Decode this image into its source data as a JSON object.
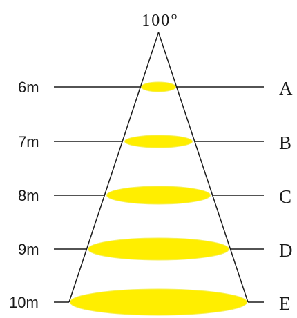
{
  "angle_label": "100°",
  "levels": [
    {
      "distance": "6m",
      "letter": "A"
    },
    {
      "distance": "7m",
      "letter": "B"
    },
    {
      "distance": "8m",
      "letter": "C"
    },
    {
      "distance": "9m",
      "letter": "D"
    },
    {
      "distance": "10m",
      "letter": "E"
    }
  ],
  "colors": {
    "spot_fill": "#ffee00",
    "line": "#1a1a1a",
    "background": "#ffffff"
  }
}
